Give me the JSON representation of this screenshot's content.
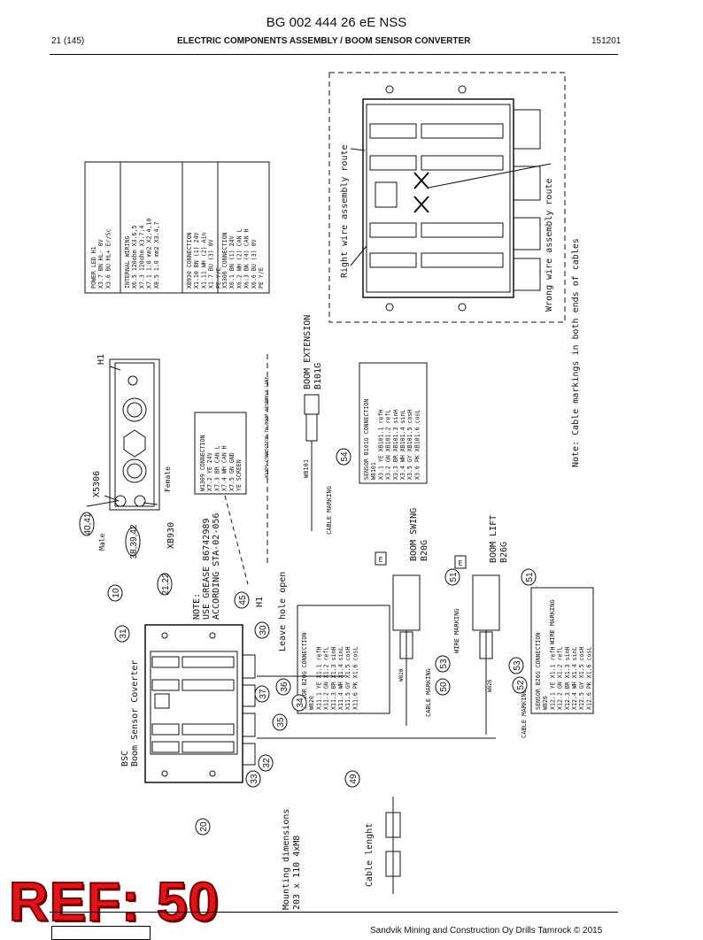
{
  "header": {
    "doc_number": "BG 002 444 26 eE NSS",
    "page": "21 (145)",
    "title": "ELECTRIC COMPONENTS ASSEMBLY / BOOM SENSOR CONVERTER",
    "code": "151201"
  },
  "tables": {
    "power_led": [
      "POWER LED H1",
      "X3.7    BN  HL-   0V",
      "X3.6    BU  HL+   Er/Sc"
    ],
    "internal_wiring": [
      "INTERNAL WIRING",
      "X6.5   120ohm    X3.6,5",
      "X7.3   120ohm    X3.7,4",
      "X7.1   1.0 mm2   X2.4,10",
      "X8.5   1.0 mm2   X3.4,7"
    ],
    "xb930": [
      "XB930 CONNECTION",
      "X1.10   BN (1)  24V",
      "X1.11   WH (2)  Ain",
      "X1.7    BU (3)  0V",
      "PE      Y/E"
    ],
    "x5306": [
      "X5306 CONNECTION",
      "X6.1   BN (1)  24V",
      "X6.2   WH (2)  CAN L",
      "X6.3   BK (4)  CAN H",
      "X6.6   BU (3)  0V",
      "PE     Y/E"
    ],
    "w1309": [
      "W1309 CONNECTION",
      "X7.2   YE   24V",
      "X7.3   BR   CAN L",
      "X7.4   WH   CAN H",
      "X7.5   GN   GND",
      "YE     SCREEN"
    ],
    "b101g": [
      "SENSOR B101G CONNECTION",
      "W8101",
      "X3.1  YE   XB101.1  refH",
      "X3.2  GN   XB101.2  refL",
      "X3.3  BR   XB101.3  sinH",
      "X3.4  WH   XB101.4  sinL",
      "X3.5  GY   XB101.5  cosH",
      "X3.6  PK   XB101.6  cosL"
    ],
    "b20g": [
      "SENSOR B20G CONNECTION",
      "W820",
      "X11.1  YE   X1.1  refH",
      "X11.2  GN   X1.2  refL",
      "X11.3  BR   X1.3  sinH",
      "X11.4  WH   X1.4  sinL",
      "X11.5  GY   X1.5  cosH",
      "X11.6  PK   X1.6  cosL"
    ],
    "b26g": [
      "SENSOR B26G CONNECTION",
      "W826",
      "X12.1  YE   X1.1  refH",
      "X12.2  GN   X1.2  refL",
      "X12.3  BR   X1.3  sinH",
      "X12.4  WH   X1.4  sinL",
      "X12.5  GY   X1.5  cosH",
      "X12.6  PK   X1.6  cosL"
    ]
  },
  "labels": {
    "bsc": "BSC",
    "bsc_name": "Boom Sensor Coverter",
    "mounting_1": "Mounting dimensions",
    "mounting_2": "203 x 110   4xM8",
    "cable_lenght": "Cable lenght",
    "note_1": "NOTE:",
    "note_2": "USE GREASE 86742989",
    "note_3": "ACCORDING STA-02-056",
    "leave_hole": "Leave hole open",
    "h1_top": "H1",
    "h1_mid": "H1",
    "x5306": "X5306",
    "male": "Male",
    "female": "Female",
    "xb930": "XB930",
    "boom_ext_1": "BOOM EXTENSION",
    "boom_ext_2": "B101G",
    "boom_swing_1": "BOOM SWING",
    "boom_swing_2": "B20G",
    "boom_lift_1": "BOOM LIFT",
    "boom_lift_2": "B26G",
    "cable_marking": "CABLE MARKING",
    "wire_marking": "WIRE MARKING",
    "w8101": "W8101",
    "w820": "W820",
    "w826": "W826",
    "e": "E",
    "right_route": "Right wire assembly route",
    "wrong_route": "Wrong wire assembly route",
    "note_cable": "Note: Cable markings in both ends of cables",
    "w1309_route": "W1309 CONNECTION TO BOOM ASSEMBLY LINE"
  },
  "callouts": [
    "40,41",
    "38,39,42",
    "21,22",
    "10",
    "31",
    "45",
    "30",
    "36",
    "37",
    "34",
    "35",
    "32",
    "33",
    "20",
    "49",
    "54",
    "53",
    "50",
    "51",
    "53",
    "52",
    "51"
  ],
  "ref_stamp": "REF: 50",
  "footer": "Sandvik Mining and Construction Oy Drills Tamrock © 2015",
  "colors": {
    "ink": "#111111",
    "stamp": "#e0141b"
  }
}
